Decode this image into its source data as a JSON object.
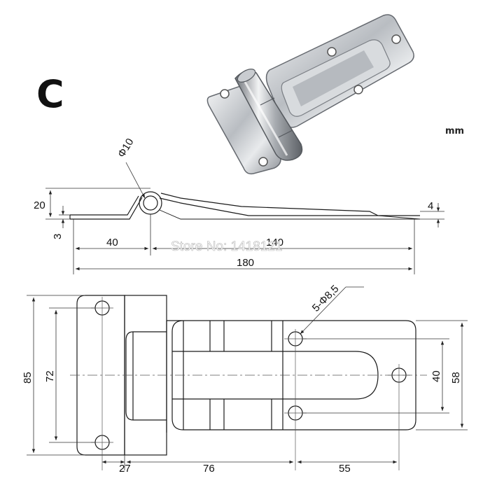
{
  "variant_label": "C",
  "unit_label": "mm",
  "watermark": "Store No: 1418121",
  "photo": {
    "description_icon": "hinge-photo"
  },
  "side_view": {
    "pin_diameter": "Φ10",
    "height": "20",
    "thickness": "3",
    "leaf_gap": "4",
    "short_leaf": "40",
    "long_leaf": "140",
    "total_length": "180"
  },
  "top_view": {
    "holes_callout": "5-Φ8,5",
    "overall_height": "85",
    "outer_hole_spacing": "72",
    "inner_hole_spacing": "40",
    "strap_height": "58",
    "hinge_offset": "27",
    "mid_span": "76",
    "end_span": "55"
  },
  "colors": {
    "line": "#1a1a1a",
    "dim": "#333333",
    "steel_dark": "#7c8086",
    "steel_light": "#eef0f2"
  }
}
